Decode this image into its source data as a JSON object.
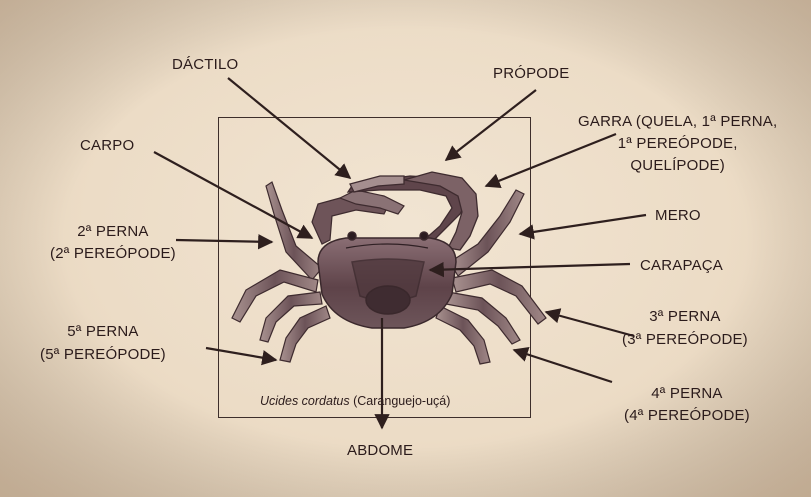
{
  "diagram": {
    "caption_species": "Ucides cordatus",
    "caption_common": "(Caranguejo-uçá)"
  },
  "labels": {
    "dactilo": "DÁCTILO",
    "propode": "PRÓPODE",
    "garra": [
      "GARRA (QUELA, 1ª PERNA,",
      "1ª PEREÓPODE,",
      "QUELÍPODE)"
    ],
    "carpo": "CARPO",
    "mero": "MERO",
    "perna2": [
      "2ª PERNA",
      "(2ª PEREÓPODE)"
    ],
    "carapaca": "CARAPAÇA",
    "perna5": [
      "5ª PERNA",
      "(5ª PEREÓPODE)"
    ],
    "perna3": [
      "3ª PERNA",
      "(3ª PEREÓPODE)"
    ],
    "perna4": [
      "4ª PERNA",
      "(4ª PEREÓPODE)"
    ],
    "abdome": "ABDOME"
  },
  "colors": {
    "background": "#ecdcc6",
    "text": "#2b1b1b",
    "arrow": "#2e1f1e",
    "crab_dark": "#4a3438",
    "crab_mid": "#7a5f63",
    "crab_light": "#b7a3a2"
  }
}
